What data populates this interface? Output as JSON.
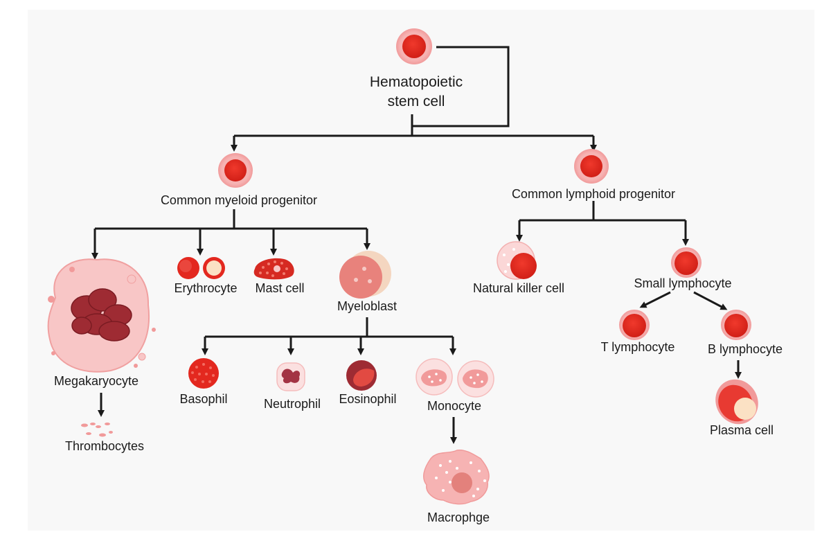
{
  "diagram": {
    "root": {
      "label_line1": "Hematopoietic",
      "label_line2": "stem cell"
    },
    "myeloid": {
      "label": "Common myeloid progenitor",
      "megakaryocyte": "Megakaryocyte",
      "thrombocytes": "Thrombocytes",
      "erythrocyte": "Erythrocyte",
      "mast_cell": "Mast cell",
      "myeloblast": "Myeloblast",
      "basophil": "Basophil",
      "neutrophil": "Neutrophil",
      "eosinophil": "Eosinophil",
      "monocyte": "Monocyte",
      "macrophage": "Macrophge"
    },
    "lymphoid": {
      "label": "Common lymphoid progenitor",
      "nk_cell": "Natural killer cell",
      "small_lymphocyte": "Small lymphocyte",
      "t_lymphocyte": "T lymphocyte",
      "b_lymphocyte": "B lymphocyte",
      "plasma_cell": "Plasma cell"
    }
  },
  "colors": {
    "cell_core": "#e3281f",
    "cell_halo": "#f5a3a3",
    "megakaryocyte_body": "#f8c3c3",
    "megakaryocyte_nucleus": "#9e2b33",
    "arrow": "#1a1a1a"
  }
}
